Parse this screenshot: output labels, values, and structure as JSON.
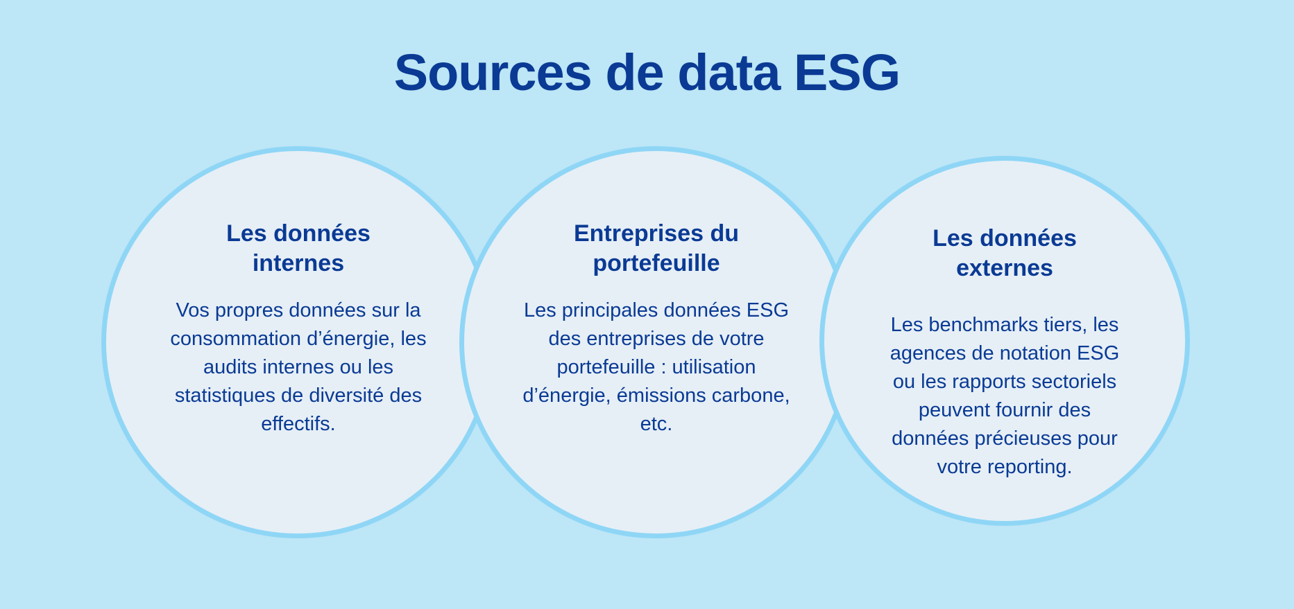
{
  "title": "Sources de data ESG",
  "colors": {
    "background": "#bde6f6",
    "circle_fill": "#e6eff6",
    "circle_border": "#8fd6f6",
    "text": "#0a3a94"
  },
  "circles": [
    {
      "heading": [
        "Les données",
        "internes"
      ],
      "body": [
        "Vos propres données sur la",
        "consommation d’énergie, les",
        "audits internes ou les",
        "statistiques de diversité des",
        "effectifs."
      ]
    },
    {
      "heading": [
        "Entreprises du",
        "portefeuille"
      ],
      "body": [
        "Les principales données ESG",
        "des entreprises de votre",
        "portefeuille : utilisation",
        "d’énergie, émissions carbone,",
        "etc."
      ]
    },
    {
      "heading": [
        "Les données",
        "externes"
      ],
      "body": [
        "Les benchmarks tiers, les",
        "agences de notation ESG",
        "ou les rapports sectoriels",
        "peuvent fournir des",
        "données précieuses pour",
        "votre reporting."
      ]
    }
  ]
}
